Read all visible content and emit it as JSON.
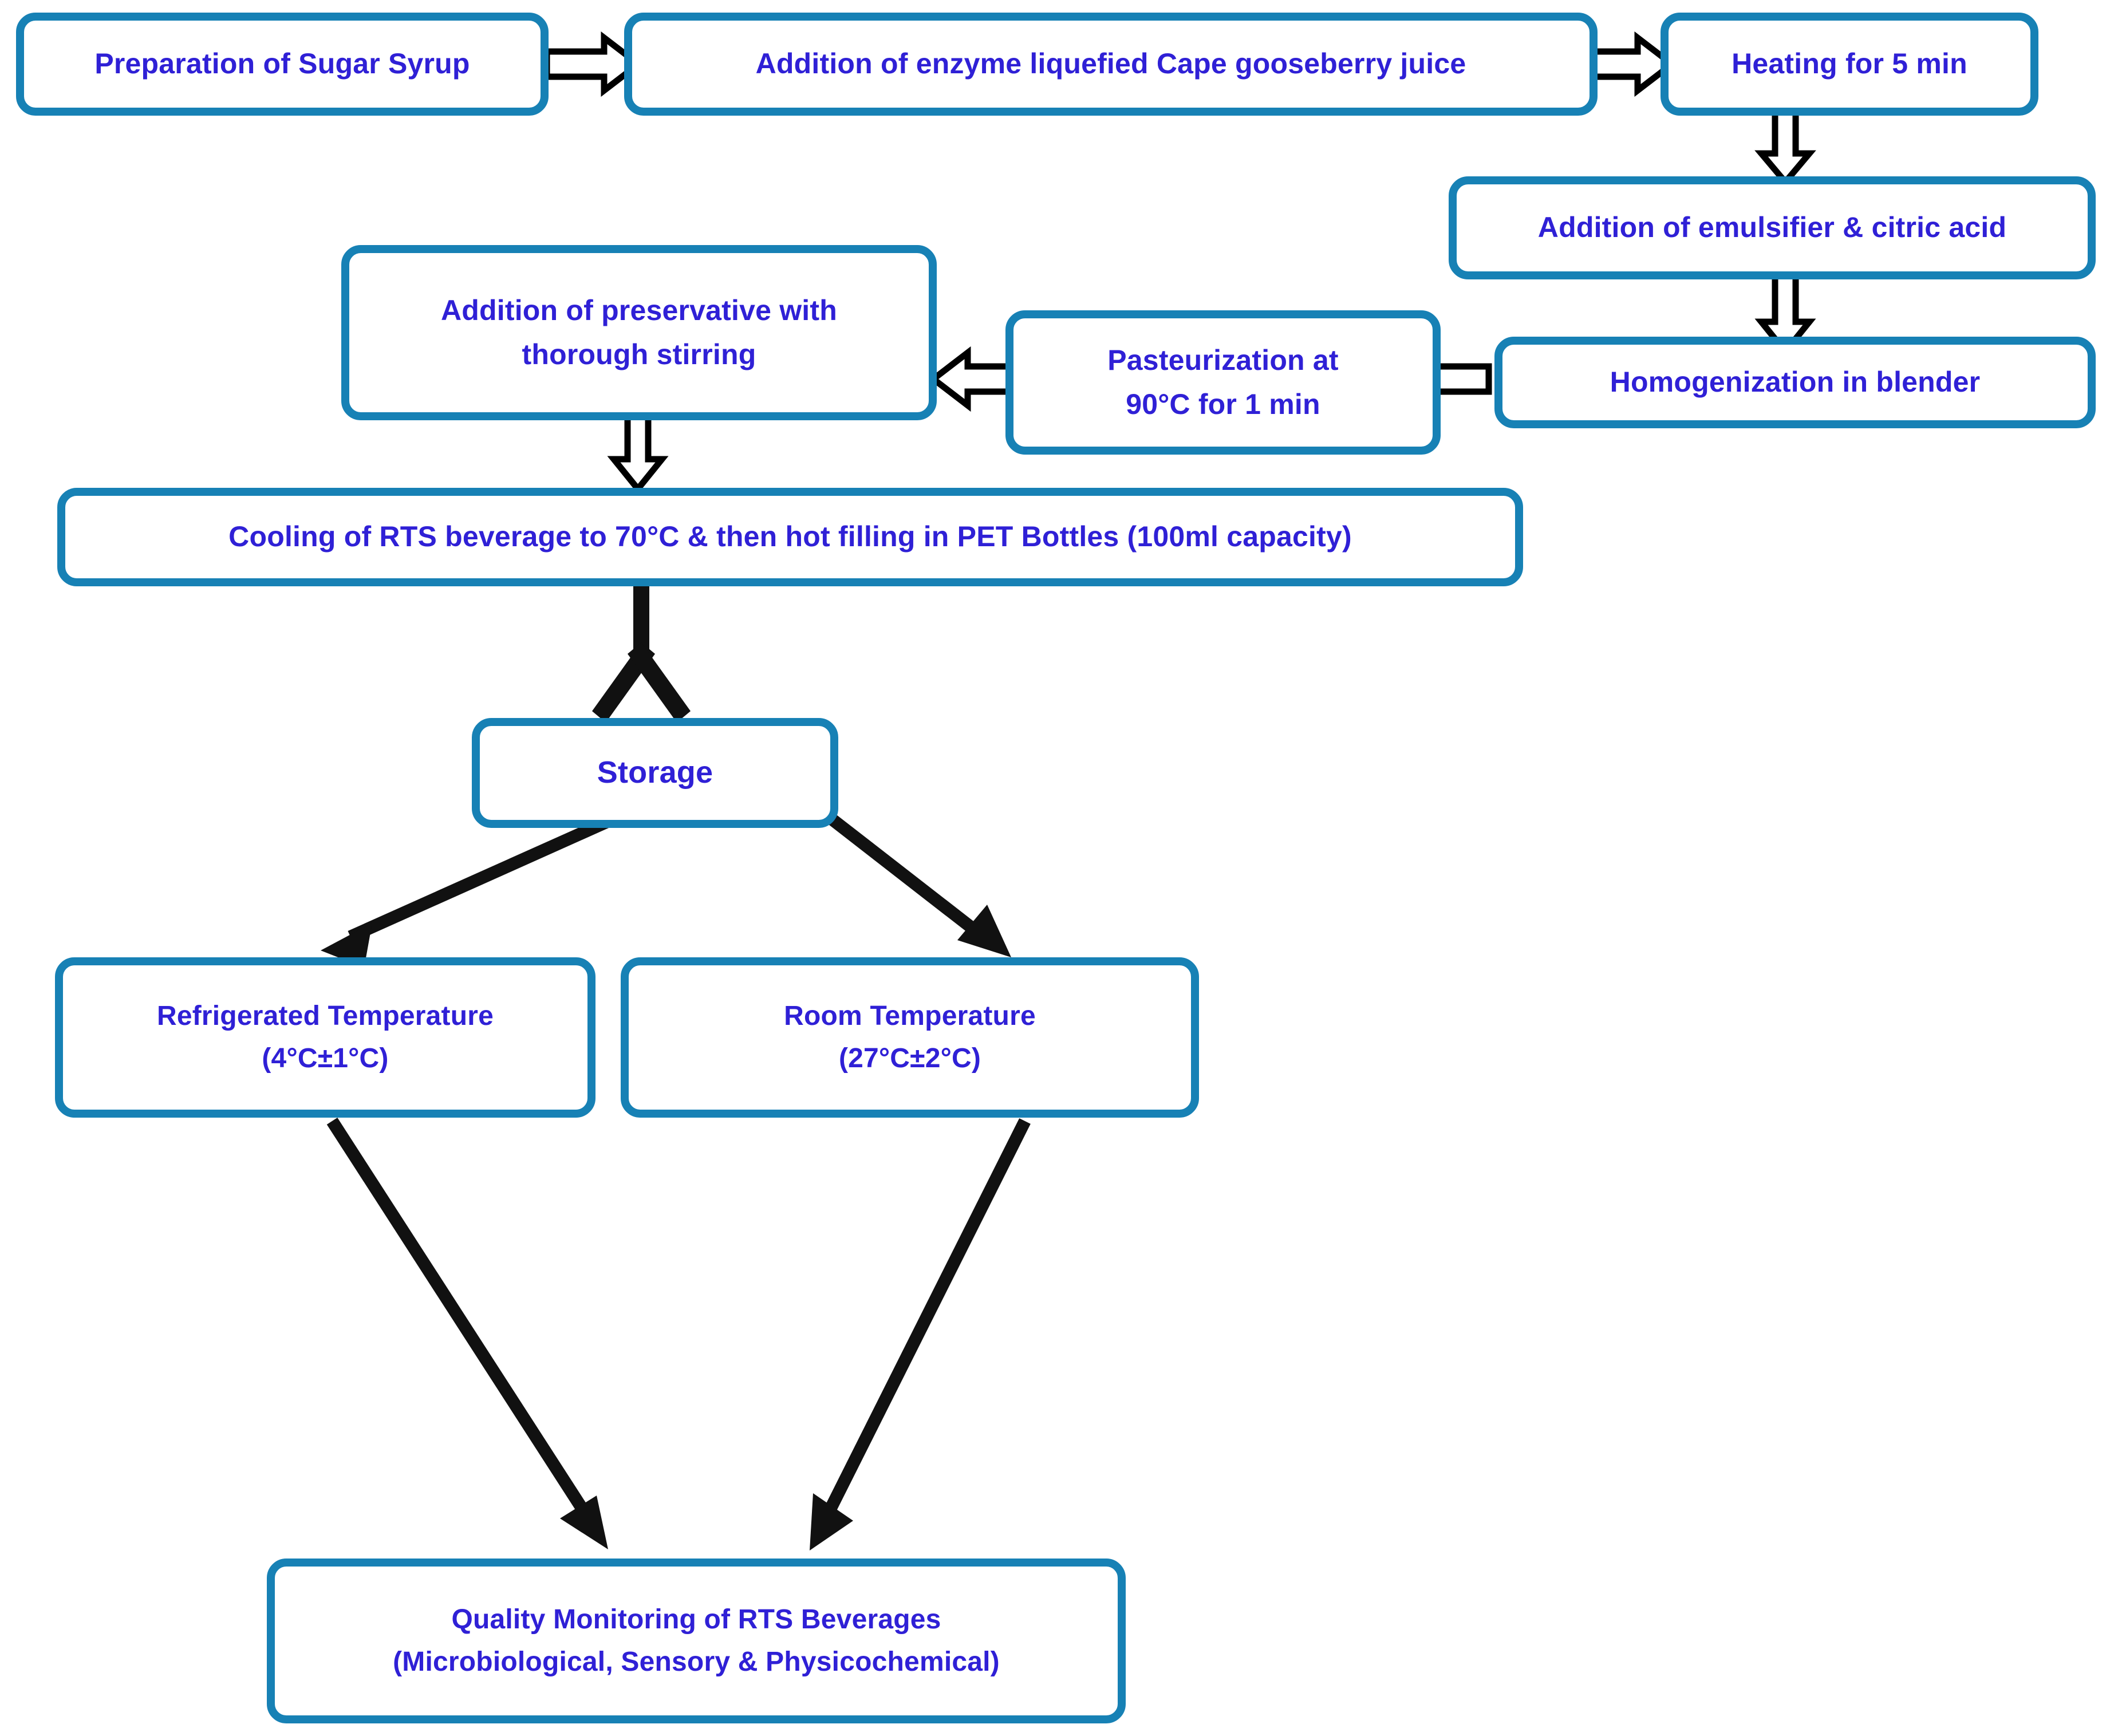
{
  "diagram": {
    "title": "RTS Beverage Process Flowchart",
    "colors": {
      "box_border": "#1781b5",
      "box_fill": "#ffffff",
      "text": "#2f20d6",
      "arrow": "#000000",
      "background": "#ffffff"
    },
    "nodes": [
      {
        "id": "sugar-syrup",
        "label": "Preparation of Sugar Syrup"
      },
      {
        "id": "enzyme-juice",
        "label": "Addition of enzyme liquefied Cape gooseberry juice"
      },
      {
        "id": "heating",
        "label": "Heating for 5 min"
      },
      {
        "id": "emulsifier",
        "label": "Addition of emulsifier & citric acid"
      },
      {
        "id": "homogenization",
        "label": "Homogenization in blender"
      },
      {
        "id": "pasteurization",
        "line1": "Pasteurization at",
        "line2": "90°C for 1 min"
      },
      {
        "id": "preservative",
        "line1": "Addition of preservative with",
        "line2": "thorough stirring"
      },
      {
        "id": "cooling",
        "label": "Cooling of RTS beverage to 70°C & then hot filling in PET Bottles (100ml capacity)"
      },
      {
        "id": "storage",
        "label": "Storage"
      },
      {
        "id": "refrigerated-temp",
        "line1": "Refrigerated Temperature",
        "line2": "(4°C±1°C)"
      },
      {
        "id": "room-temp",
        "line1": "Room Temperature",
        "line2": "(27°C±2°C)"
      },
      {
        "id": "quality-monitoring",
        "line1": "Quality Monitoring of RTS Beverages",
        "line2": "(Microbiological, Sensory & Physicochemical)"
      }
    ],
    "edges": [
      {
        "from": "sugar-syrup",
        "to": "enzyme-juice",
        "style": "hollow-block",
        "direction": "right"
      },
      {
        "from": "enzyme-juice",
        "to": "heating",
        "style": "hollow-block",
        "direction": "right"
      },
      {
        "from": "heating",
        "to": "emulsifier",
        "style": "hollow-block",
        "direction": "down"
      },
      {
        "from": "emulsifier",
        "to": "homogenization",
        "style": "hollow-block",
        "direction": "down"
      },
      {
        "from": "homogenization",
        "to": "pasteurization",
        "style": "hollow-block",
        "direction": "left"
      },
      {
        "from": "pasteurization",
        "to": "preservative",
        "style": "hollow-block",
        "direction": "left"
      },
      {
        "from": "preservative",
        "to": "cooling",
        "style": "hollow-block",
        "direction": "down"
      },
      {
        "from": "cooling",
        "to": "storage",
        "style": "solid-fork",
        "direction": "down"
      },
      {
        "from": "storage",
        "to": "refrigerated-temp",
        "style": "solid-arrow",
        "direction": "down-left"
      },
      {
        "from": "storage",
        "to": "room-temp",
        "style": "solid-arrow",
        "direction": "down-right"
      },
      {
        "from": "refrigerated-temp",
        "to": "quality-monitoring",
        "style": "solid-arrow",
        "direction": "down-right"
      },
      {
        "from": "room-temp",
        "to": "quality-monitoring",
        "style": "solid-arrow",
        "direction": "down-left"
      }
    ]
  }
}
